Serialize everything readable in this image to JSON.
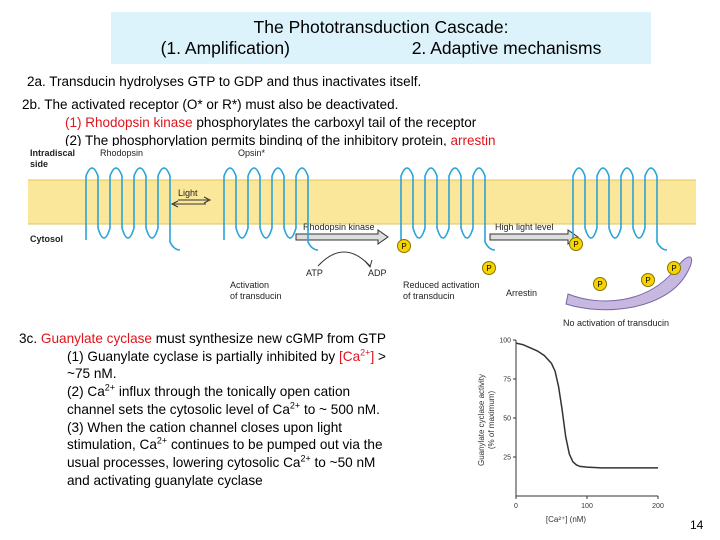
{
  "title": {
    "line1": "The Phototransduction Cascade:",
    "line2_left": "(1.  Amplification)",
    "line2_right": "2.  Adaptive mechanisms"
  },
  "points": {
    "p2a": "2a.   Transducin hydrolyses GTP to GDP and thus inactivates itself.",
    "p2b": "2b.  The activated receptor (O* or R*) must also be deactivated.",
    "p2b1_num": "(1)  ",
    "p2b1_red": "Rhodopsin kinase",
    "p2b1_rest": " phosphorylates the carboxyl tail of the receptor",
    "p2b2_text": "(2)  The phosphorylation permits binding of the inhibitory protein, ",
    "p2b2_red": "arrestin"
  },
  "figure": {
    "side_top": "Intradiscal",
    "side_top2": "side",
    "cytosol": "Cytosol",
    "rhodopsin": "Rhodopsin",
    "opsin": "Opsin*",
    "light": "Light",
    "rhodopsin_kinase": "Rhodopsin kinase",
    "high_light": "High light level",
    "atp": "ATP",
    "adp": "ADP",
    "activation1": "Activation",
    "activation2": "of transducin",
    "reduced1": "Reduced activation",
    "reduced2": "of transducin",
    "arrestin": "Arrestin",
    "no_activation": "No activation of transducin",
    "p_label": "P"
  },
  "section3": {
    "lead": "3c. ",
    "lead_red": "Guanylate cyclase",
    "lead_rest": " must synthesize new cGMP from GTP",
    "l1a": "(1) Guanylate cyclase is partially inhibited by ",
    "l1_red_open": "[Ca",
    "l1_red_sup": "2+",
    "l1_red_close": "]",
    "l1_tail": " >",
    "l1b": "~75 nM.",
    "l2a": "(2) Ca",
    "l2_sup": "2+",
    "l2b": " influx through the tonically open cation",
    "l3": "channel sets the cytosolic level of Ca",
    "l3_sup": "2+",
    "l3b": " to ~ 500 nM.",
    "l4": "(3) When the cation channel closes upon light",
    "l5a": "stimulation, Ca",
    "l5_sup": "2+",
    "l5b": " continues to be pumped out via the",
    "l6a": "usual processes, lowering cytosolic Ca",
    "l6_sup": "2+",
    "l6b": " to ~50 nM",
    "l7": "and activating guanylate cyclase"
  },
  "chart_data": {
    "type": "line",
    "ylabel_line1": "Guanylate cyclase activity",
    "ylabel_line2": "(% of maximum)",
    "xlabel": "[Ca²⁺] (nM)",
    "xlim": [
      0,
      200
    ],
    "ylim": [
      0,
      100
    ],
    "xticks": [
      0,
      100,
      200
    ],
    "yticks": [
      25,
      50,
      75,
      100
    ],
    "x": [
      0,
      10,
      20,
      30,
      40,
      50,
      55,
      60,
      65,
      70,
      75,
      80,
      85,
      90,
      100,
      120,
      150,
      200
    ],
    "y": [
      98,
      97,
      95,
      93,
      90,
      85,
      80,
      70,
      55,
      38,
      27,
      22,
      20,
      19,
      18.5,
      18,
      18,
      18
    ]
  },
  "page_number": "14"
}
